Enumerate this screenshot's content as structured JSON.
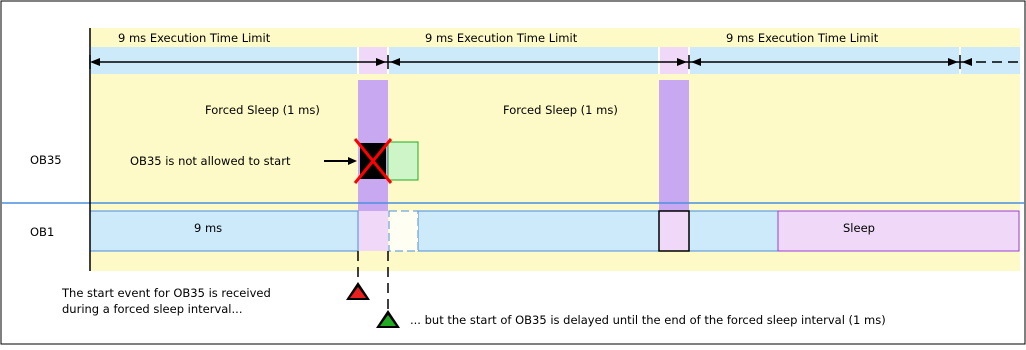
{
  "diagram": {
    "header": {
      "interval_labels": [
        "9 ms  Execution Time Limit",
        "9 ms  Execution Time Limit",
        "9 ms  Execution Time Limit"
      ]
    },
    "forced_sleep_labels": [
      "Forced Sleep (1 ms)",
      "Forced Sleep (1 ms)"
    ],
    "rows": {
      "ob35": "OB35",
      "ob1": "OB1"
    },
    "ob1_segment_label": "9 ms",
    "sleep_label": "Sleep",
    "ob35_blocked_label": "OB35 is not allowed to start",
    "start_event_note": [
      "The start event for OB35 is received",
      "during a forced sleep interval..."
    ],
    "delayed_note": "... but the start of OB35 is delayed until the end of the forced sleep interval (1 ms)",
    "colors": {
      "frame": "#000000",
      "background_yellow": "#fdfac8",
      "execution_blue": "#cdeafa",
      "forced_sleep_purple": "#c8a8f0",
      "sleep_lilac": "#efd8f8",
      "ob35_green": "#cdf5c8",
      "blocked_x_red": "#ff0000",
      "start_triangle_red": "#e82020",
      "delayed_triangle_green": "#22aa22"
    }
  }
}
